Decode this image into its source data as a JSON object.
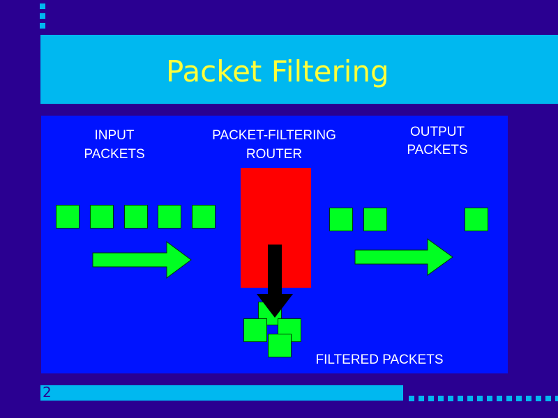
{
  "slide": {
    "title": "Packet Filtering",
    "page_number": "2",
    "colors": {
      "background": "#2a0091",
      "band": "#00b8f0",
      "title_text": "#ffff3a",
      "panel": "#0013ff",
      "packet": "#00ff22",
      "router": "#ff0000",
      "arrow_black": "#000000"
    }
  },
  "diagram": {
    "input_label_line1": "INPUT",
    "input_label_line2": "PACKETS",
    "router_label_line1": "PACKET-FILTERING",
    "router_label_line2": "ROUTER",
    "output_label_line1": "OUTPUT",
    "output_label_line2": "PACKETS",
    "filtered_label": "FILTERED PACKETS"
  }
}
